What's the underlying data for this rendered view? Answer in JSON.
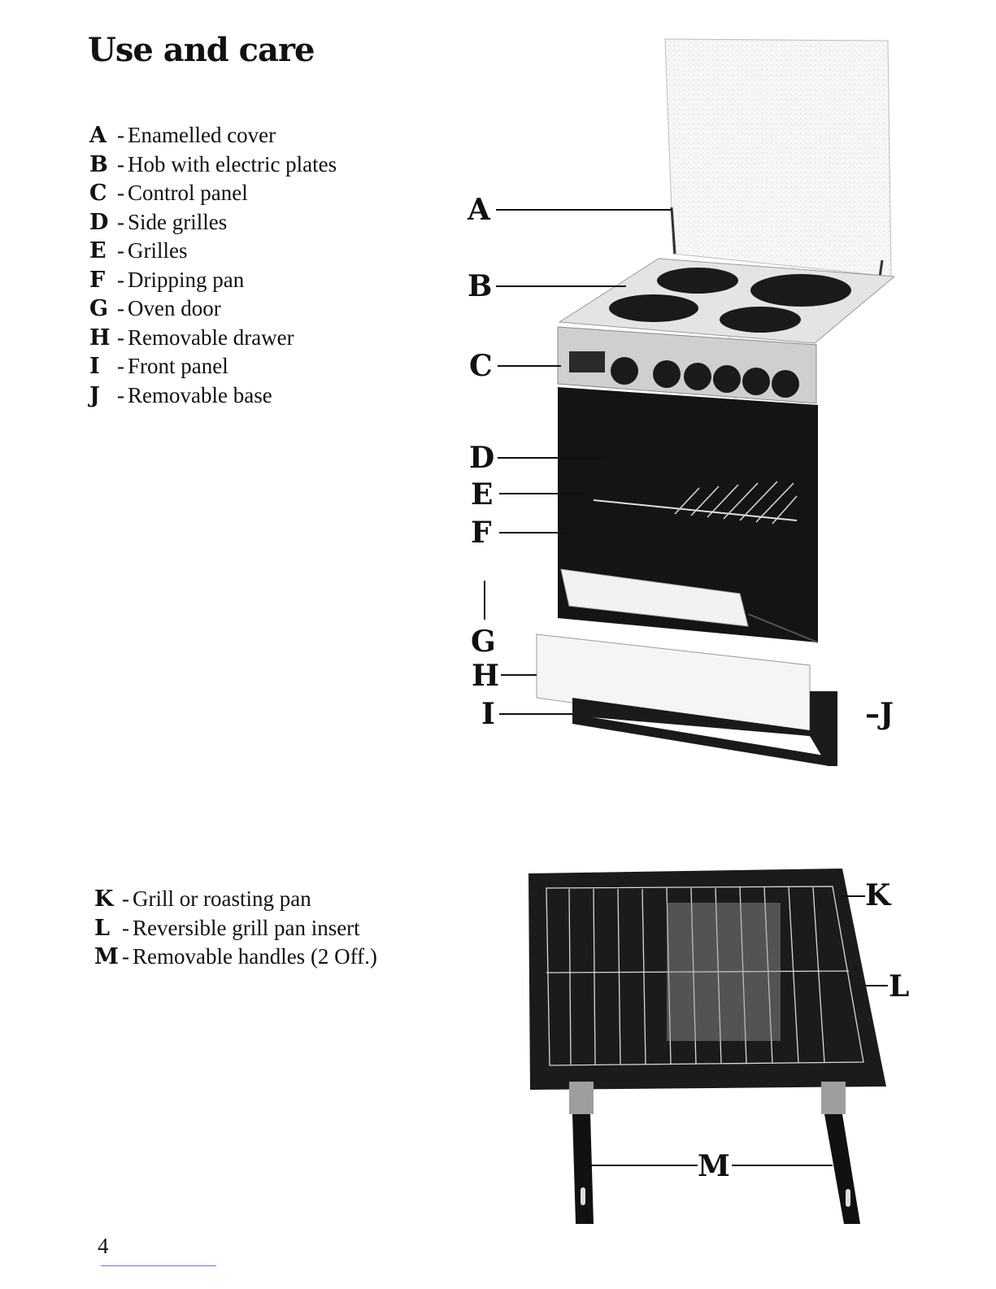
{
  "page": {
    "title": "Use and care",
    "page_number": "4"
  },
  "cooker_legend": [
    {
      "key": "A",
      "label": "Enamelled cover"
    },
    {
      "key": "B",
      "label": "Hob with electric plates"
    },
    {
      "key": "C",
      "label": "Control panel"
    },
    {
      "key": "D",
      "label": "Side grilles"
    },
    {
      "key": "E",
      "label": "Grilles"
    },
    {
      "key": "F",
      "label": "Dripping pan"
    },
    {
      "key": "G",
      "label": "Oven door"
    },
    {
      "key": "H",
      "label": "Removable drawer"
    },
    {
      "key": "I",
      "label": "Front panel"
    },
    {
      "key": "J",
      "label": "Removable base"
    }
  ],
  "pan_legend": [
    {
      "key": "K",
      "label": "Grill or roasting pan"
    },
    {
      "key": "L",
      "label": "Reversible grill pan insert"
    },
    {
      "key": "M",
      "label": "Removable handles (2 Off.)"
    }
  ],
  "callouts": {
    "a": "A",
    "b": "B",
    "c": "C",
    "d": "D",
    "e": "E",
    "f": "F",
    "g": "G",
    "h": "H",
    "i": "I",
    "j": "–J",
    "k": "K",
    "l": "L",
    "m": "M"
  },
  "legend_separator": "-"
}
